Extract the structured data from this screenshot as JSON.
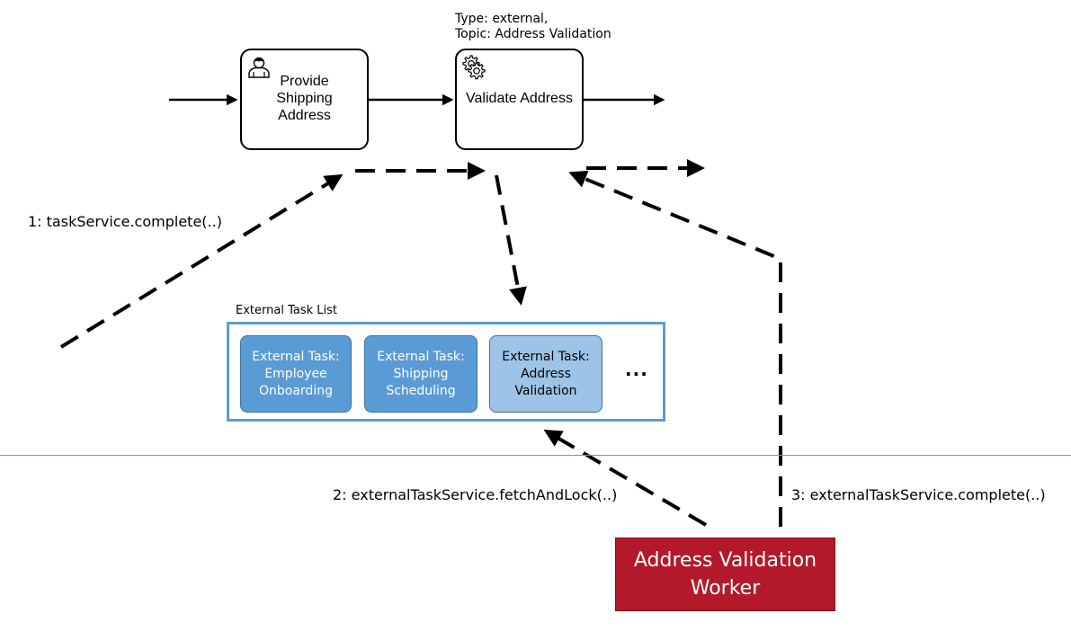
{
  "process": {
    "task1_label": "Provide\nShipping\nAddress",
    "task1_icon": "user-icon",
    "task2_label": "Validate Address",
    "task2_icon": "gear-icon",
    "task2_annotation": "Type: external,\nTopic: Address Validation"
  },
  "calls": {
    "step1": "1: taskService.complete(..)",
    "step2": "2: externalTaskService.fetchAndLock(..)",
    "step3": "3: externalTaskService.complete(..)"
  },
  "external_task_list": {
    "title": "External Task List",
    "items": [
      {
        "label": "External Task:\nEmployee\nOnboarding"
      },
      {
        "label": "External Task:\nShipping\nScheduling"
      },
      {
        "label": "External Task:\nAddress\nValidation"
      }
    ],
    "more": "..."
  },
  "worker": {
    "label": "Address Validation\nWorker"
  },
  "colors": {
    "list_border": "#5b9bd5",
    "task_dark": "#5b9bd5",
    "task_light": "#9dc3e6",
    "worker_fill": "#b3182b"
  }
}
